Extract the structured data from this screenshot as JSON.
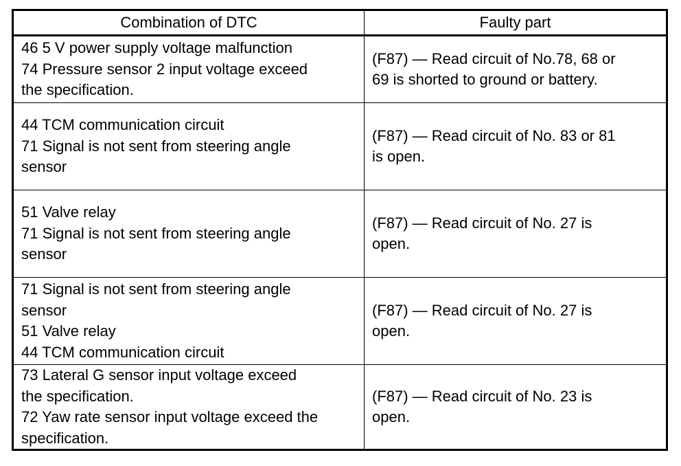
{
  "header": {
    "col1": "Combination of DTC",
    "col2": "Faulty part"
  },
  "rows": [
    {
      "dtc_lines": [
        "46 5 V power supply voltage malfunction",
        "74 Pressure sensor 2 input voltage exceed",
        "the specification."
      ],
      "part_lines": [
        "(F87) — Read circuit of No.78, 68 or",
        "69 is shorted to ground or battery."
      ]
    },
    {
      "dtc_lines": [
        "44 TCM communication circuit",
        "71 Signal is not sent from steering angle",
        "sensor"
      ],
      "part_lines": [
        "(F87) — Read circuit of No. 83 or 81",
        "is open."
      ]
    },
    {
      "dtc_lines": [
        "51 Valve relay",
        "71 Signal is not sent from steering angle",
        "sensor"
      ],
      "part_lines": [
        "(F87) — Read circuit of No. 27 is",
        "open."
      ]
    },
    {
      "dtc_lines": [
        "71 Signal is not sent from steering angle",
        "sensor",
        "51 Valve relay",
        "44 TCM communication circuit"
      ],
      "part_lines": [
        "(F87) — Read circuit of No. 27 is",
        "open."
      ]
    },
    {
      "dtc_lines": [
        "73 Lateral G sensor input voltage exceed",
        "the specification.",
        "72 Yaw rate sensor input voltage exceed the",
        "specification."
      ],
      "part_lines": [
        "(F87) — Read circuit of No. 23 is",
        "open."
      ]
    }
  ]
}
